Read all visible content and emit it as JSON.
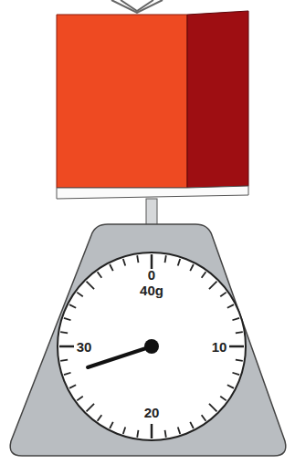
{
  "diagram": {
    "labels": [
      "0",
      "40g",
      "30",
      "10",
      "20"
    ]
  }
}
